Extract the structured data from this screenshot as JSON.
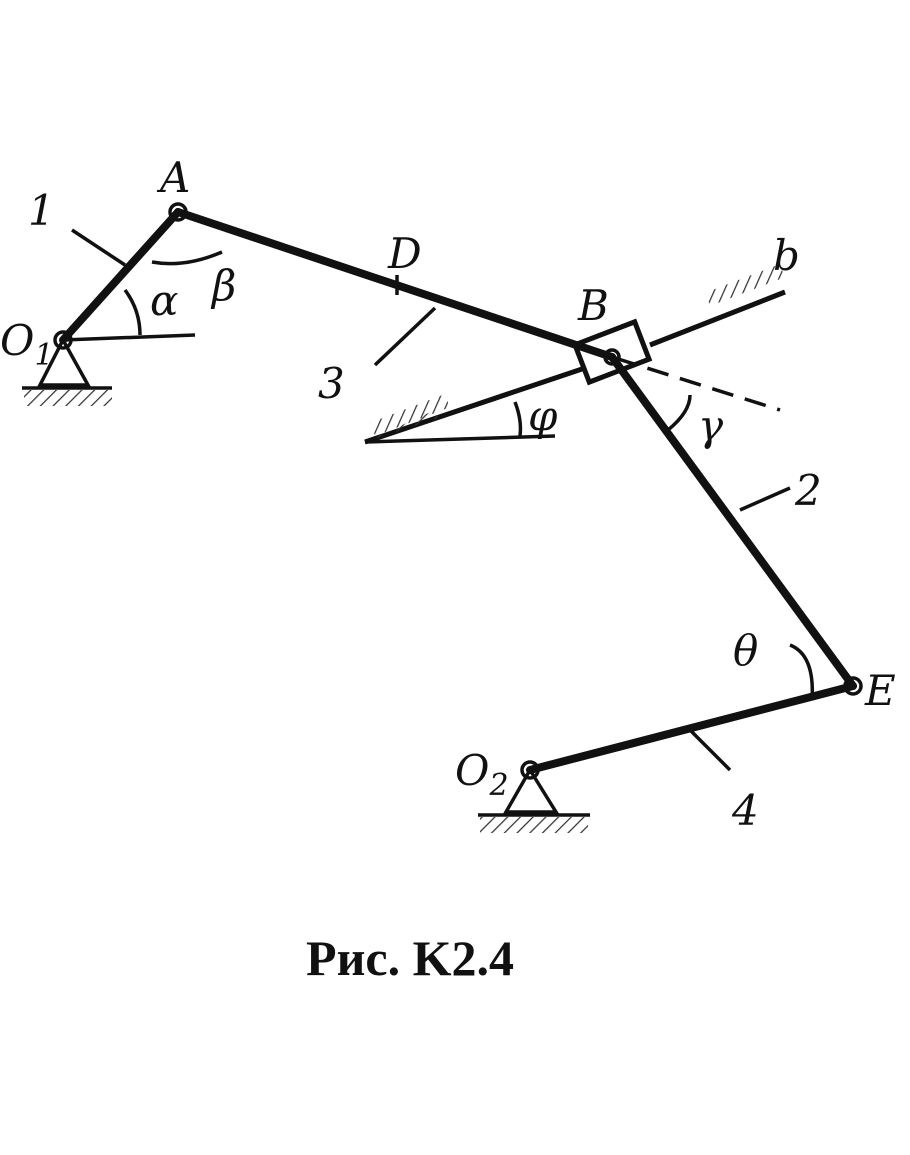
{
  "figure": {
    "caption": "Рис. K2.4",
    "points": {
      "O1": "O",
      "O1_sub": "1",
      "O2": "O",
      "O2_sub": "2",
      "A": "A",
      "B": "B",
      "D": "D",
      "E": "E",
      "b": "b"
    },
    "links": {
      "l1": "1",
      "l2": "2",
      "l3": "3",
      "l4": "4"
    },
    "angles": {
      "alpha": "α",
      "beta": "β",
      "phi": "φ",
      "gamma": "γ",
      "theta": "θ"
    }
  }
}
